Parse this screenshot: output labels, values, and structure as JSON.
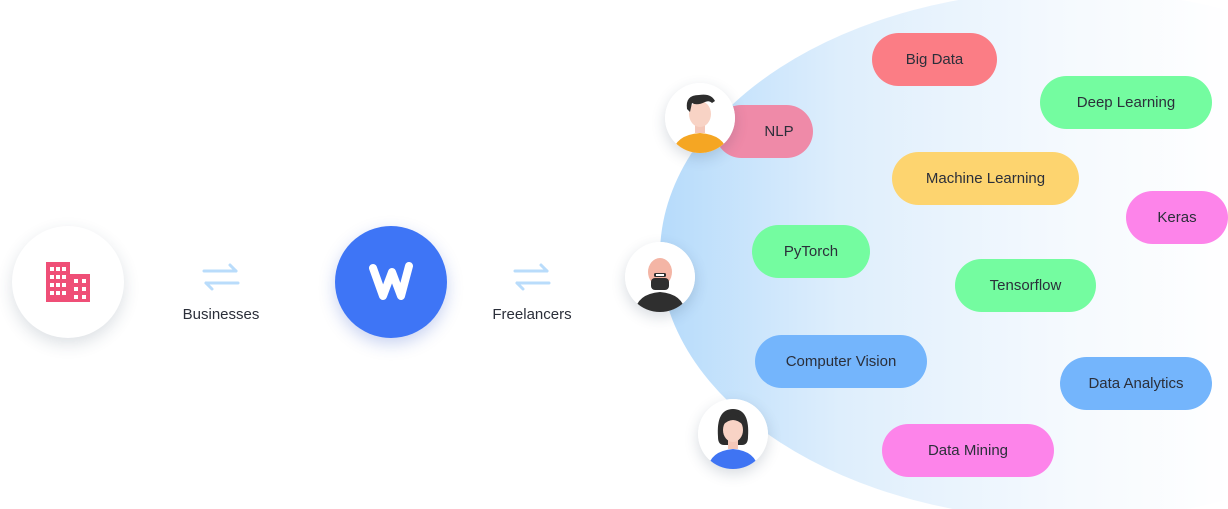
{
  "left_node": {
    "icon": "building-icon"
  },
  "center_node": {
    "icon": "w-logo-icon"
  },
  "connectors": {
    "businesses_label": "Businesses",
    "freelancers_label": "Freelancers",
    "icon": "exchange-arrows-icon"
  },
  "freelancers": [
    {
      "icon": "man-avatar-icon"
    },
    {
      "icon": "robot-avatar-icon"
    },
    {
      "icon": "woman-avatar-icon"
    }
  ],
  "skills": [
    {
      "label": "Big Data",
      "color": "#fb7d85"
    },
    {
      "label": "Deep Learning",
      "color": "#74fca0"
    },
    {
      "label": "NLP",
      "color": "#ef8aa8"
    },
    {
      "label": "Machine Learning",
      "color": "#fdd46f"
    },
    {
      "label": "Keras",
      "color": "#fd84ea"
    },
    {
      "label": "PyTorch",
      "color": "#74fca0"
    },
    {
      "label": "Tensorflow",
      "color": "#74fca0"
    },
    {
      "label": "Computer Vision",
      "color": "#74b5fc"
    },
    {
      "label": "Data Analytics",
      "color": "#74b5fc"
    },
    {
      "label": "Data Mining",
      "color": "#fd84ea"
    }
  ],
  "colors": {
    "accent": "#3e75f6",
    "building": "#ef4f77",
    "arrow": "#b9dcfb"
  }
}
